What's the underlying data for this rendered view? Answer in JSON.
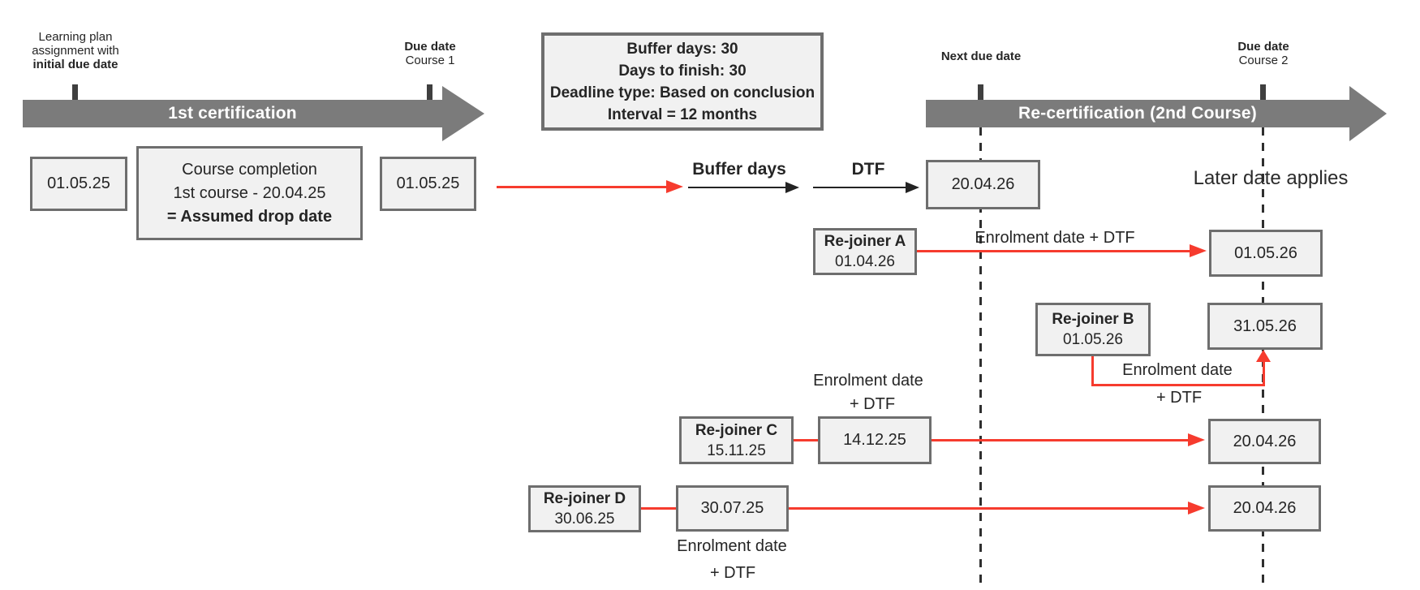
{
  "colors": {
    "red": "#f63b2e",
    "gray_arrow": "#7b7b7b",
    "tick": "#3f3f3f",
    "box_border": "#6e6e6e",
    "box_bg": "#f1f1f1",
    "text": "#252525",
    "dashed": "#2f2f2f"
  },
  "timeline1": {
    "bar_label": "1st certification",
    "assignment_line1": "Learning plan",
    "assignment_line2": "assignment with",
    "assignment_line3": "initial due date",
    "due_line1": "Due date",
    "due_line2": "Course 1"
  },
  "timeline2": {
    "bar_label": "Re-certification (2nd Course)",
    "next_due_label": "Next due date",
    "due_line1": "Due date",
    "due_line2": "Course 2"
  },
  "row1": {
    "assignment_date": "01.05.25",
    "completion_line1": "Course completion",
    "completion_line2": "1st course - 20.04.25",
    "completion_line3": "= Assumed drop date",
    "course1_due_date": "01.05.25",
    "buffer_arrow_label": "Buffer days",
    "dtf_arrow_label": "DTF",
    "next_due_date": "20.04.26",
    "later_note": "Later date applies"
  },
  "config": {
    "line1": "Buffer days: 30",
    "line2": "Days to finish: 30",
    "line3": "Deadline type: Based on conclusion",
    "line4": "Interval = 12 months"
  },
  "rejoiner_a": {
    "name": "Re-joiner A",
    "date": "01.04.26",
    "arrow_label": "Enrolment date + DTF",
    "result_date": "01.05.26"
  },
  "rejoiner_b": {
    "name": "Re-joiner B",
    "date": "01.05.26",
    "label_line1": "Enrolment date",
    "label_line2": "+ DTF",
    "result_date": "31.05.26"
  },
  "rejoiner_c": {
    "name": "Re-joiner C",
    "date": "15.11.25",
    "mid_date": "14.12.25",
    "label_line1": "Enrolment date",
    "label_line2": "+ DTF",
    "result_date": "20.04.26"
  },
  "rejoiner_d": {
    "name": "Re-joiner D",
    "date": "30.06.25",
    "mid_date": "30.07.25",
    "label_line1": "Enrolment date",
    "label_line2": "+ DTF",
    "result_date": "20.04.26"
  }
}
